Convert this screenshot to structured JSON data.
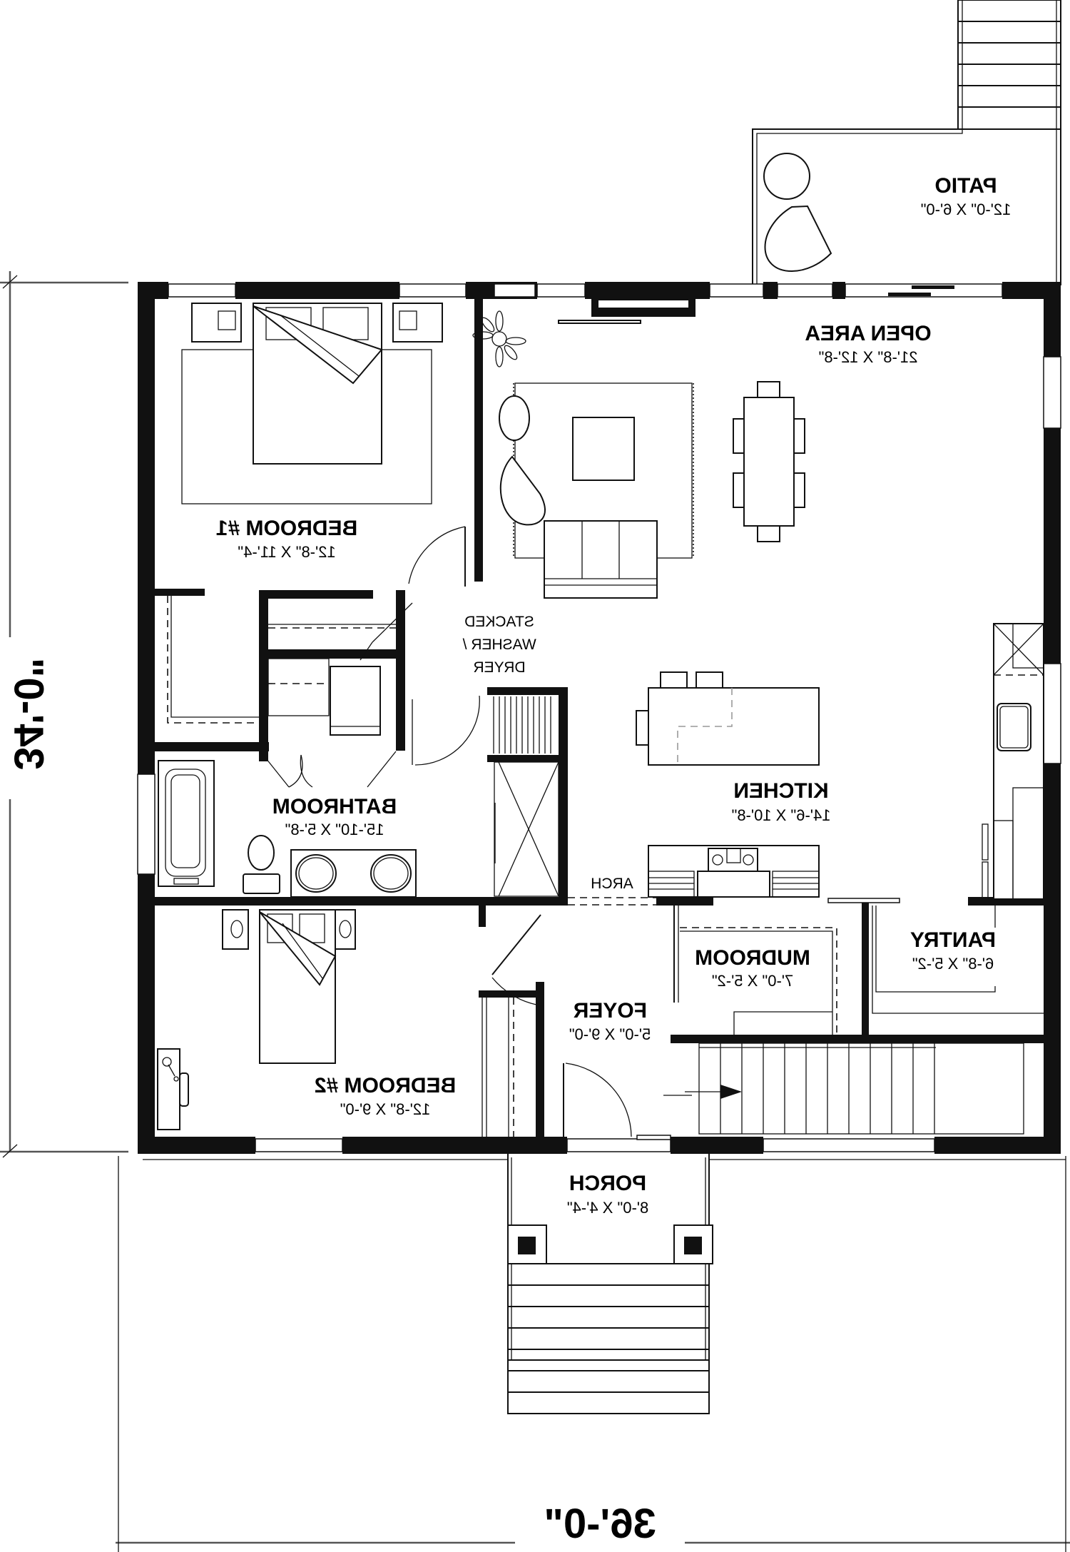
{
  "plan": {
    "orientation": "mirrored",
    "overall_width": "36'-0\"",
    "overall_depth": "34'-0\"",
    "rooms": {
      "patio": {
        "name": "PATIO",
        "size": "12'-0\" X 6'-0\""
      },
      "open_area": {
        "name": "OPEN AREA",
        "size": "21'-8\" X 12'-8\""
      },
      "bedroom1": {
        "name": "BEDROOM #1",
        "size": "12'-8\" X 11'-4\""
      },
      "bathroom": {
        "name": "BATHROOM",
        "size": "15'-10\" X 5'-8\""
      },
      "kitchen": {
        "name": "KITCHEN",
        "size": "14'-6\" X 10'-8\""
      },
      "pantry": {
        "name": "PANTRY",
        "size": "6'-8\" X 5'-2\""
      },
      "mudroom": {
        "name": "MUDROOM",
        "size": "7'-0\" X 5'-2\""
      },
      "foyer": {
        "name": "FOYER",
        "size": "5'-0\" X 9'-0\""
      },
      "bedroom2": {
        "name": "BEDROOM #2",
        "size": "12'-8\" X 9'-0\""
      },
      "porch": {
        "name": "PORCH",
        "size": "8'-0\" X 4'-4\""
      }
    },
    "notes": {
      "washer_line1": "STACKED",
      "washer_line2": "WASHER /",
      "washer_line3": "DRYER",
      "arch": "ARCH"
    }
  }
}
